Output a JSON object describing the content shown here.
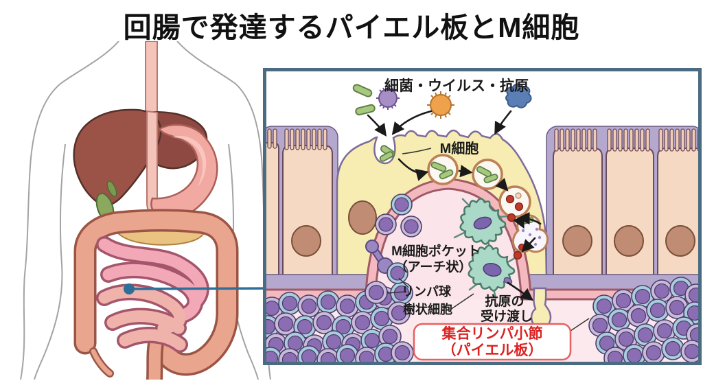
{
  "title": "回腸で発達するパイエル板とM細胞",
  "diagram": {
    "pathogens_label": "細菌・ウイルス・抗原",
    "m_cell_label": "M細胞",
    "pocket_label_line1": "M細胞ポケット",
    "pocket_label_line2": "（アーチ状）",
    "lymphocyte_label": "リンパ球",
    "dendritic_label": "樹状細胞",
    "handover_label_line1": "抗原の",
    "handover_label_line2": "受け渡し",
    "peyer_label_line1": "集合リンパ小節",
    "peyer_label_line2": "（パイエル板）"
  },
  "icons": {
    "bacteria-icon": "green-rod",
    "virus-purple-icon": "spiky-circle-purple",
    "virus-orange-icon": "spiky-circle-orange",
    "antigen-icon": "blue-blob",
    "pointer-dot-icon": "blue-dot"
  },
  "colors": {
    "panel_border": "#4a6b82",
    "connector_blue": "#2e6e99",
    "m_cell_yellow": "#f7edb2",
    "epithelium_tan": "#f5d9c2",
    "brush_border_purple": "#b5a8cf",
    "nucleus_brown": "#c08d74",
    "pocket_band_pink": "#f4b9bf",
    "pocket_interior_pink": "#fbe4ea",
    "lamina_pink": "#fbe9ee",
    "lymphocyte_purple": "#8b6db3",
    "ring_blue": "#a8cede",
    "ring_lavender": "#c9bcdb",
    "dendritic_teal": "#abd9c7",
    "bacteria_green": "#a6c87f",
    "virus_purple": "#a78fc6",
    "virus_orange": "#f0a14b",
    "antigen_blue": "#5b7fb5",
    "antigen_red": "#c0392b",
    "label_red": "#dd2222",
    "liver": "#9b5348",
    "stomach": "#f2a9a2",
    "large_intestine": "#e9a58e",
    "small_intestine": "#f3a8b8",
    "pancreas": "#eac282",
    "gallbladder": "#8aa95e"
  }
}
